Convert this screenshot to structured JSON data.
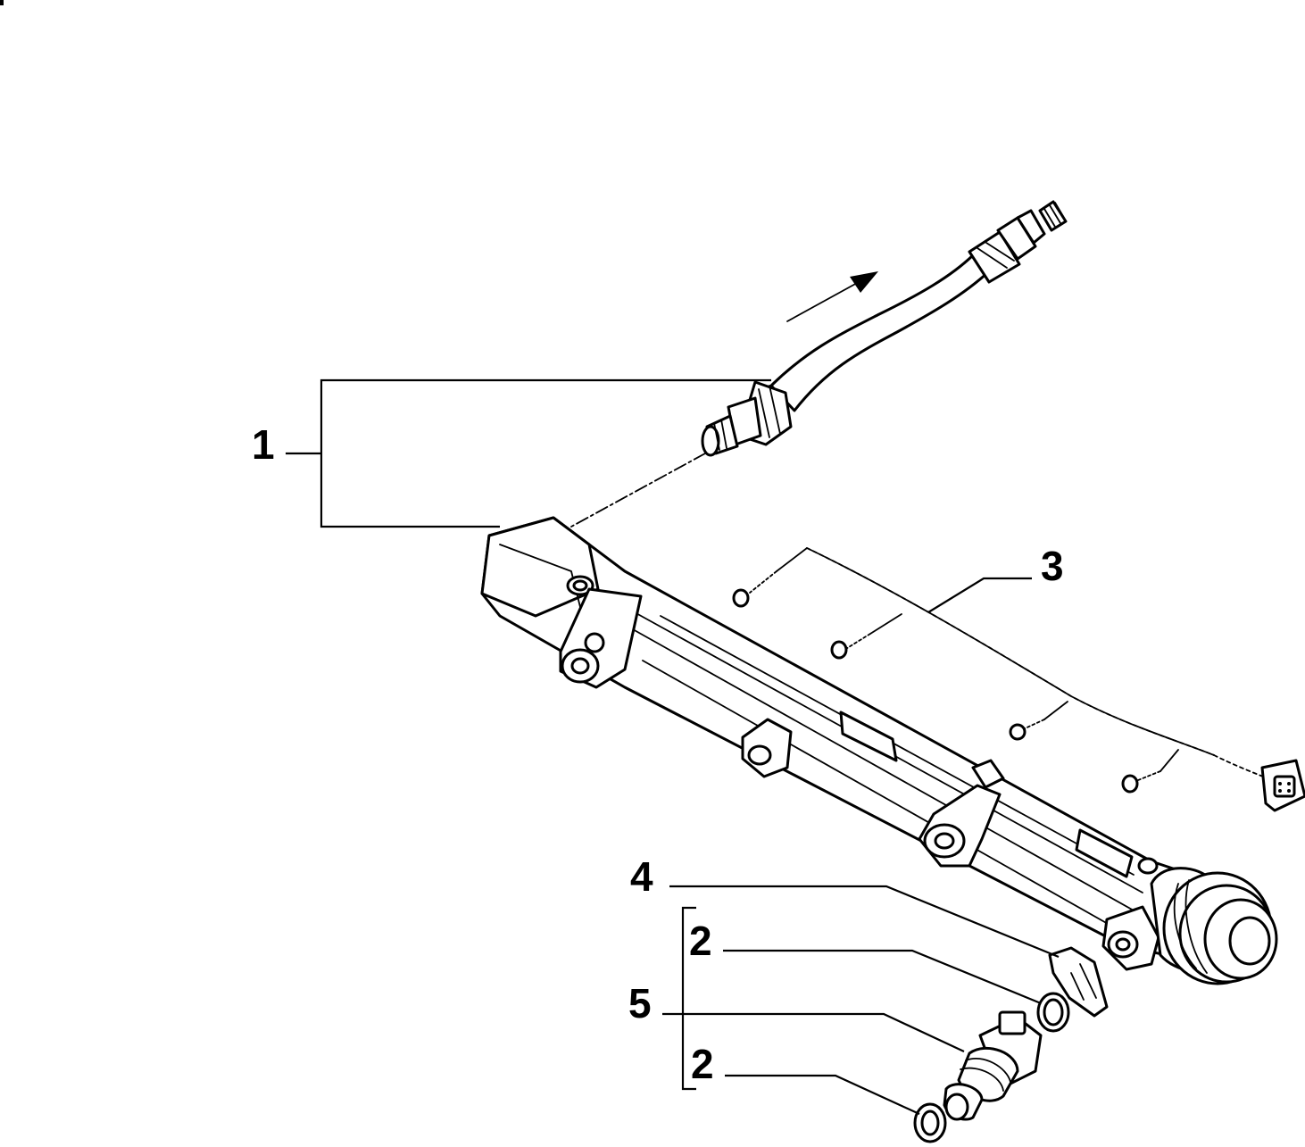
{
  "diagram": {
    "callouts": {
      "c1": "1",
      "c2a": "2",
      "c2b": "2",
      "c3": "3",
      "c4": "4",
      "c5": "5"
    },
    "colors": {
      "line": "#000000",
      "background": "#ffffff"
    }
  }
}
